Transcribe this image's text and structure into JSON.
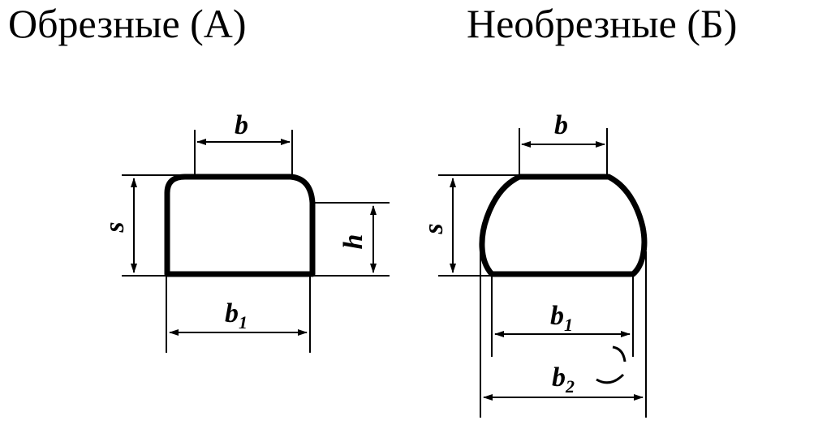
{
  "headings": {
    "trimmed": "Обрезные (А)",
    "untrimmed": "Необрезные (Б)"
  },
  "profile_a": {
    "dim_top": "b",
    "dim_height": "s",
    "dim_side": "h",
    "dim_bottom_main": "b",
    "dim_bottom_sub": "1"
  },
  "profile_b": {
    "dim_top": "b",
    "dim_height": "s",
    "dim_bottom1_main": "b",
    "dim_bottom1_sub": "1",
    "dim_bottom2_main": "b",
    "dim_bottom2_sub": "2"
  },
  "colors": {
    "ink": "#000000",
    "background": "#ffffff"
  }
}
